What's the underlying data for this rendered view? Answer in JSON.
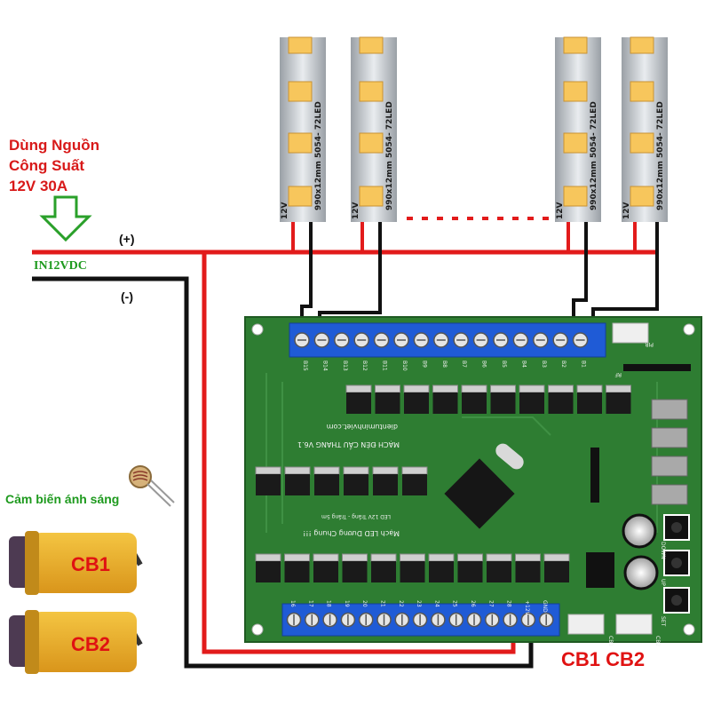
{
  "power": {
    "note_line1": "Dùng Nguồn",
    "note_line2": "Công Suất",
    "note_line3": "12V 30A",
    "input_label": "IN12VDC",
    "plus": "(+)",
    "minus": "(-)"
  },
  "led_strip": {
    "model_text": "990x12mm 5054- 72LED",
    "voltage": "12V"
  },
  "sensors": {
    "light_sensor_label": "Cảm biến ánh sáng",
    "cb1": "CB1",
    "cb2": "CB2",
    "board_connectors_label": "CB1 CB2"
  },
  "board": {
    "title_line1": "MẠCH ĐÈN CẦU THANG V6.1",
    "website": "dientuminhviet.com",
    "subtitle_line1": "Mạch LED Dương Chung !!!",
    "subtitle_line2": "LED 12V Trắng - Trắng 5m",
    "top_terminals": [
      "B15",
      "B14",
      "B13",
      "B12",
      "B11",
      "B10",
      "B9",
      "B8",
      "B7",
      "B6",
      "B5",
      "B4",
      "B3",
      "B2",
      "B1"
    ],
    "bottom_terminals": [
      "16",
      "17",
      "18",
      "19",
      "20",
      "21",
      "22",
      "23",
      "24",
      "25",
      "26",
      "27",
      "28",
      "+12V",
      "GND"
    ],
    "buttons": [
      "DOWN",
      "UP",
      "SET"
    ],
    "connector_labels": [
      "CB2",
      "CB1",
      "PIR",
      "RF"
    ]
  },
  "colors": {
    "wire_positive": "#e21b1b",
    "wire_negative": "#111111",
    "pcb": "#2e7d32",
    "terminal": "#1f5bd6",
    "arrow": "#2aa02a"
  }
}
